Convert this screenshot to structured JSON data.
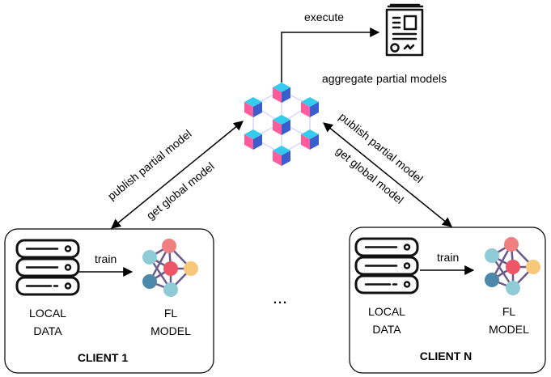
{
  "top": {
    "execute_label": "execute",
    "aggregate_label": "aggregate partial models"
  },
  "edges": {
    "left_publish": "publish partial model",
    "left_get": "get global model",
    "right_publish": "publish partial model",
    "right_get": "get global model"
  },
  "clients": [
    {
      "name": "CLIENT 1",
      "data_line1": "LOCAL",
      "data_line2": "DATA",
      "train": "train",
      "model_line1": "FL",
      "model_line2": "MODEL"
    },
    {
      "name": "CLIENT N",
      "data_line1": "LOCAL",
      "data_line2": "DATA",
      "train": "train",
      "model_line1": "FL",
      "model_line2": "MODEL"
    }
  ],
  "ellipsis": "...",
  "colors": {
    "cube_top": "#33ccee",
    "cube_left": "#ff5c9d",
    "cube_right": "#3a5fcd",
    "node_salmon": "#f08080",
    "node_red": "#ee5566",
    "node_teal": "#8ecbd6",
    "node_yellow": "#f8c77a",
    "node_blue": "#4b88aa",
    "edge_purple": "#6a5a8c",
    "hex_line": "#d9d6ff"
  }
}
